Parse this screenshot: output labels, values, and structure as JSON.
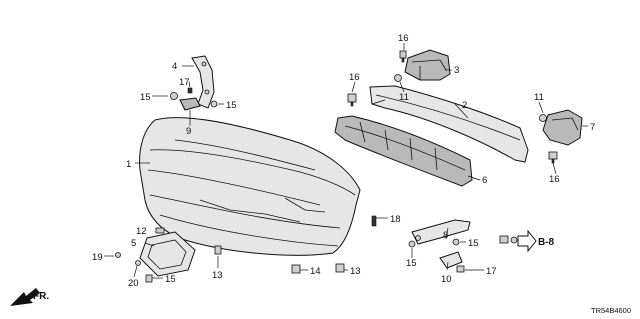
{
  "diagram": {
    "code": "TR54B4600",
    "direction_label": "FR.",
    "reference_label": "B-8",
    "callouts": {
      "c1": "1",
      "c2": "2",
      "c3": "3",
      "c4": "4",
      "c5": "5",
      "c6": "6",
      "c7": "7",
      "c8": "8",
      "c9": "9",
      "c10": "10",
      "c11a": "11",
      "c11b": "11",
      "c12": "12",
      "c13a": "13",
      "c13b": "13",
      "c14": "14",
      "c15a": "15",
      "c15b": "15",
      "c15c": "15",
      "c15d": "15",
      "c15e": "15",
      "c16a": "16",
      "c16b": "16",
      "c16c": "16",
      "c17a": "17",
      "c17b": "17",
      "c18": "18",
      "c19": "19",
      "c20": "20"
    }
  }
}
